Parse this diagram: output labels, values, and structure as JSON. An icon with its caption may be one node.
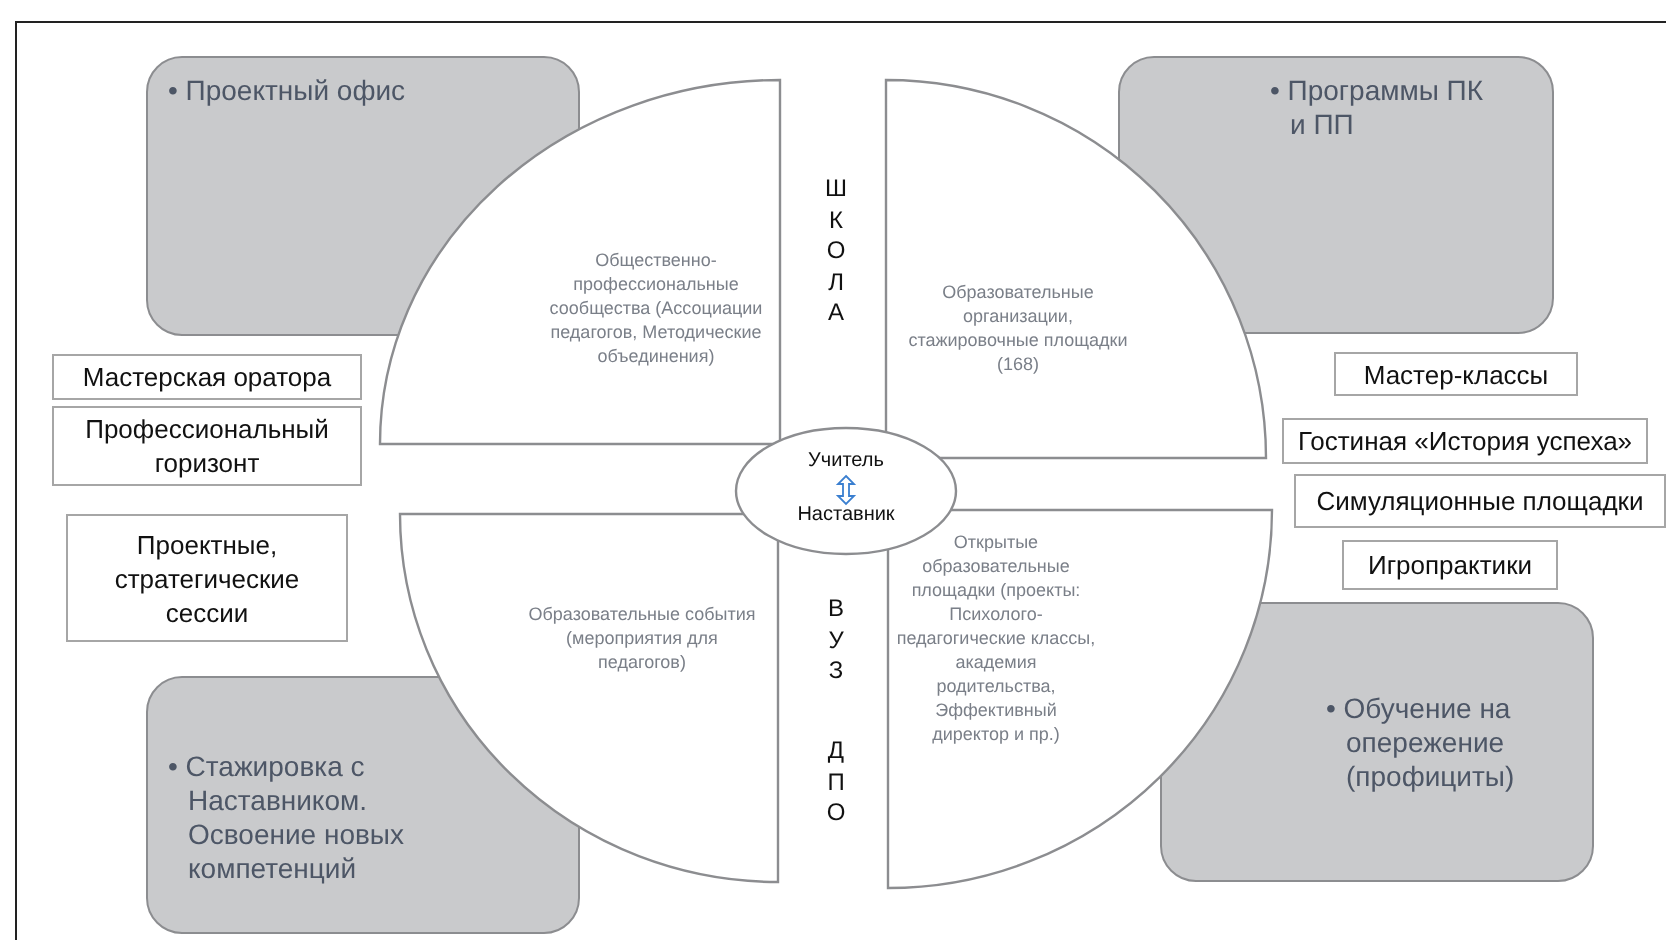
{
  "diagram": {
    "nodes": [
      {
        "text": [
          "• Проектный офис"
        ]
      },
      {
        "text": [
          "• Программы ПК и ПП"
        ]
      },
      {
        "text": [
          "Общественно-профессиональные сообщества (Ассоциации педагогов, Методические объединения)"
        ]
      },
      {
        "text": [
          "Образовательные организации, стажировочные площадки (168)"
        ]
      },
      {
        "text": [
          "Мастерская оратора"
        ]
      },
      {
        "text": [
          "Мастер-классы"
        ]
      },
      {
        "text": [
          "Профессиональный горизонт"
        ]
      },
      {
        "text": [
          "Гостиная «История успеха»"
        ]
      },
      {
        "text": [
          "Учитель",
          "Наставник"
        ]
      },
      {
        "text": [
          "Симуляционные площадки"
        ]
      },
      {
        "text": [
          "Проектные, стратегические сессии"
        ]
      },
      {
        "text": [
          "Игропрактики"
        ]
      },
      {
        "text": [
          "Образовательные события (мероприятия для педагогов)"
        ]
      },
      {
        "text": [
          "Открытые образовательные площадки (проекты: Психолого-педагогические классы, академия родительства, Эффективный директор и пр.)"
        ]
      },
      {
        "text": [
          "• Обучение на опережение (профициты)"
        ]
      },
      {
        "text": [
          "• Стажировка с Наставником. Освоение новых компетенций"
        ]
      }
    ],
    "labels": [
      "ШКОЛА",
      "ВУЗ",
      "ДПО"
    ]
  }
}
